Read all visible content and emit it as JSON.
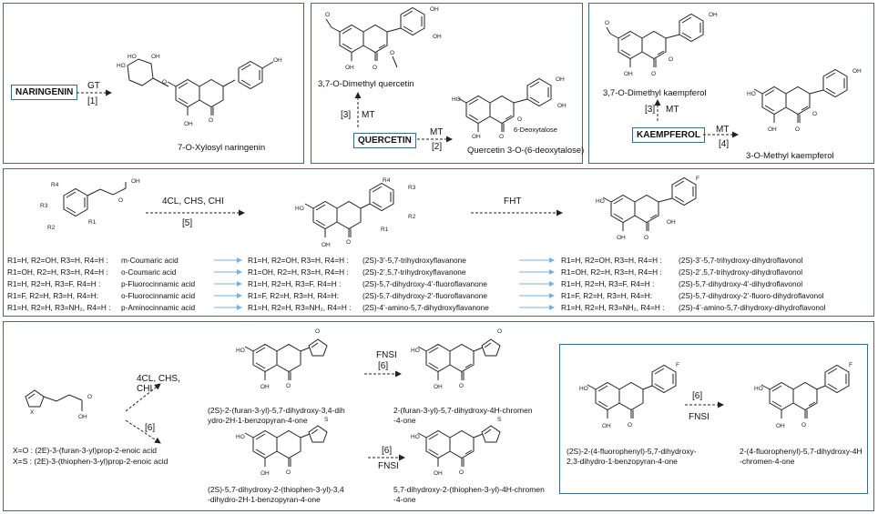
{
  "panel1": {
    "naringenin": "NARINGENIN",
    "enzyme": "GT",
    "step": "[1]",
    "product": "7-O-Xylosyl naringenin"
  },
  "panel2": {
    "quercetin": "QUERCETIN",
    "prod_a": "3,7-O-Dimethyl quercetin",
    "enzyme_a": "MT",
    "step_a": "[3]",
    "enzyme_b": "MT",
    "step_b": "[2]",
    "prod_b": "Quercetin 3-O-(6-deoxytalose)",
    "sugar": "6-Deoxytalose"
  },
  "panel3": {
    "kaempferol": "KAEMPFEROL",
    "prod_a": "3,7-O-Dimethyl kaempferol",
    "enzyme_a": "MT",
    "step_a": "[3]",
    "enzyme_b": "MT",
    "step_b": "[4]",
    "prod_b": "3-O-Methyl kaempferol"
  },
  "panel4": {
    "enzymes": "4CL, CHS, CHI",
    "step": "[5]",
    "fht": "FHT",
    "substituents": [
      {
        "r": "R1=H, R2=OH, R3=H, R4=H :",
        "acid": "m-Coumaric acid",
        "r2": "R1=H, R2=OH, R3=H, R4=H :",
        "flavanone": "(2S)-3’-5,7-trihydroxyflavanone",
        "r3": "R1=H, R2=OH, R3=H, R4=H :",
        "flavanonol": "(2S)-3’-5,7-trihydroxy-dihydroflavonol"
      },
      {
        "r": "R1=OH, R2=H, R3=H, R4=H :",
        "acid": "o-Coumaric acid",
        "r2": "R1=OH, R2=H, R3=H, R4=H :",
        "flavanone": "(2S)-2’,5,7-trihydroxyflavanone",
        "r3": "R1=OH, R2=H, R3=H, R4=H :",
        "flavanonol": "(2S)-2’,5,7-trihydroxy-dihydroflavonol"
      },
      {
        "r": "R1=H, R2=H, R3=F, R4=H :",
        "acid": "p-Fluorocinnamic acid",
        "r2": "R1=H, R2=H, R3=F, R4=H :",
        "flavanone": "(2S)-5,7-dihydroxy-4’-fluoroflavanone",
        "r3": "R1=H, R2=H, R3=F, R4=H :",
        "flavanonol": "(2S)-5,7-dihydroxy-4’-dihydroflavonol"
      },
      {
        "r": "R1=F, R2=H, R3=H, R4=H:",
        "acid": "o-Fluorocinnamic acid",
        "r2": "R1=F, R2=H, R3=H, R4=H:",
        "flavanone": "(2S)-5,7-dihydroxy-2’-fluoroflavanone",
        "r3": "R1=F, R2=H, R3=H, R4=H:",
        "flavanonol": "(2S)-5,7-dihydroxy-2’-fluoro-dihydroflavonol"
      },
      {
        "r": "R1=H, R2=H, R3=NH₂, R4=H :",
        "acid": "p-Aminocinnamic acid",
        "r2": "R1=H, R2=H, R3=NH₂, R4=H :",
        "flavanone": "(2S)-4’-amino-5,7-dihydroxyflavanone",
        "r3": "R1=H, R2=H, R3=NH₂, R4=H :",
        "flavanonol": "(2S)-4’-amino-5,7-dihydroxy-dihydroflavonol"
      }
    ]
  },
  "panel5": {
    "enzymes": "4CL, CHS,\nCHI",
    "step": "[6]",
    "substrate_x_o": "X=O : (2E)-3-(furan-3-yl)prop-2-enoic acid",
    "substrate_x_s": "X=S : (2E)-3-(thiophen-3-yl)prop-2-enoic acid",
    "flavanone_furan": "(2S)-2-(furan-3-yl)-5,7-dihydroxy-3,4-dih\nydro-2H-1-benzopyran-4-one",
    "flavanone_thio": "(2S)-5,7-dihydroxy-2-(thiophen-3-yl)-3,4\n-dihydro-2H-1-benzopyran-4-one",
    "fnsi_a": "FNSI",
    "step_a": "[6]",
    "fnsi_b": "FNSI",
    "step_b": "[6]",
    "flavone_furan": "2-(furan-3-yl)-5,7-dihydroxy-4H-chromen\n-4-one",
    "flavone_thio": "5,7-dihydroxy-2-(thiophen-3-yl)-4H-chromen\n-4-one",
    "inner": {
      "step": "[6]",
      "fnsi": "FNSI",
      "flavanone": "(2S)-2-(4-fluorophenyl)-5,7-dihydroxy-\n2,3-dihydro-1-benzopyran-4-one",
      "flavone": "2-(4-fluorophenyl)-5,7-dihydroxy-4H\n-chromen-4-one"
    }
  }
}
